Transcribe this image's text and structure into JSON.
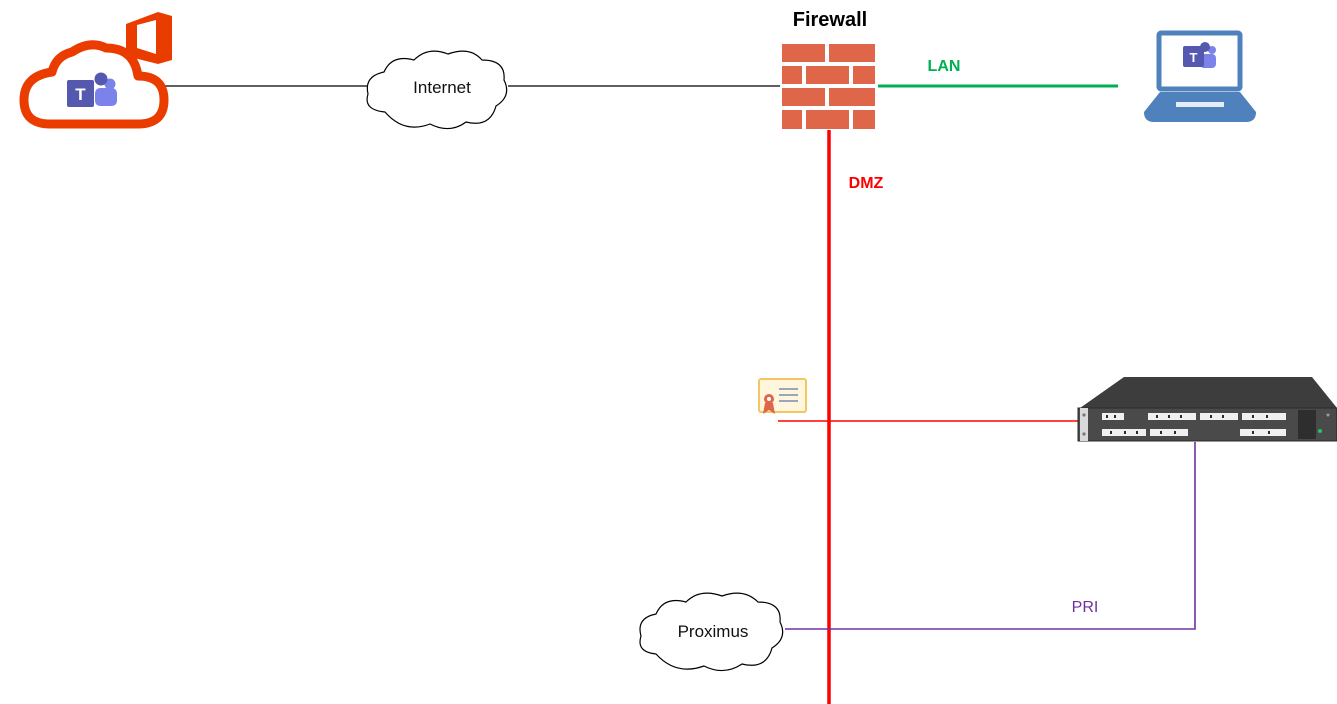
{
  "labels": {
    "firewall": "Firewall",
    "internet": "Internet",
    "lan": "LAN",
    "dmz": "DMZ",
    "proximus": "Proximus",
    "pri": "PRI",
    "teams_letter_cloud": "T",
    "teams_letter_laptop": "T"
  },
  "colors": {
    "office_orange": "#eb3c00",
    "teams_purple": "#5558af",
    "firewall_brick": "#e06649",
    "lan_green": "#00b050",
    "dmz_red": "#ff0000",
    "pri_purple": "#7030a0",
    "laptop_blue": "#4f81bd"
  },
  "icons": {
    "cloud_service": "office365-teams-cloud-icon",
    "firewall": "firewall-brick-icon",
    "laptop": "laptop-teams-icon",
    "certificate": "certificate-icon",
    "gateway": "sbc-gateway-appliance-icon"
  }
}
